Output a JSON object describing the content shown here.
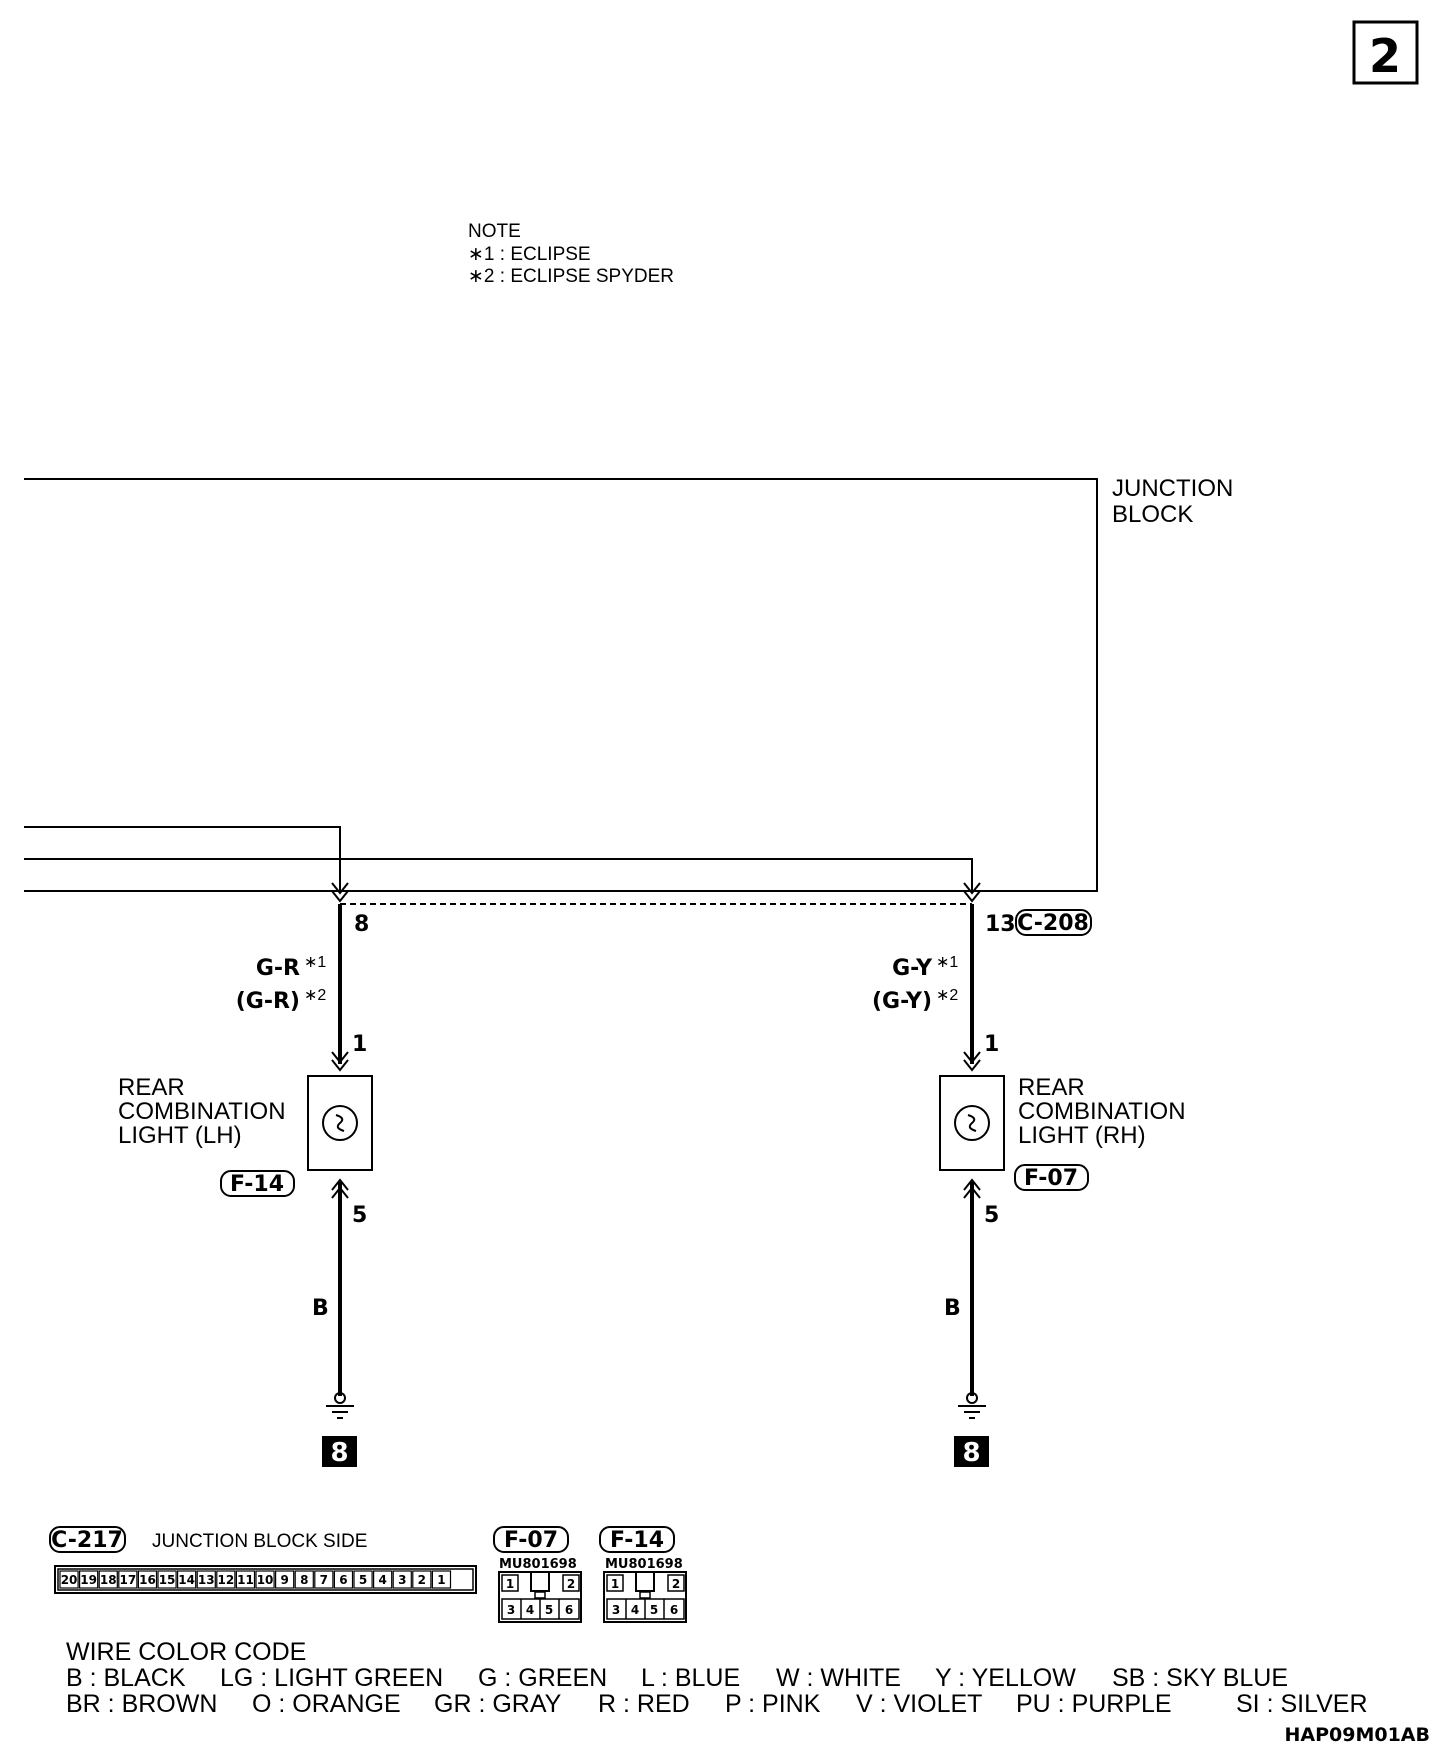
{
  "page_number": "2",
  "note": {
    "title": "NOTE",
    "items": [
      "∗1 : ECLIPSE",
      "∗2 : ECLIPSE SPYDER"
    ]
  },
  "junction_block": {
    "label_line1": "JUNCTION",
    "label_line2": "BLOCK",
    "connector": "C-208",
    "pins": [
      "8",
      "13"
    ]
  },
  "left_circuit": {
    "wire_color_1": "G-R",
    "wire_color_1_note": "∗1",
    "wire_color_2": "(G-R)",
    "wire_color_2_note": "∗2",
    "component_line1": "REAR",
    "component_line2": "COMBINATION",
    "component_line3": "LIGHT (LH)",
    "component_connector": "F-14",
    "pin_in": "1",
    "pin_out": "5",
    "ground_wire": "B",
    "ground_ref": "8"
  },
  "right_circuit": {
    "wire_color_1": "G-Y",
    "wire_color_1_note": "∗1",
    "wire_color_2": "(G-Y)",
    "wire_color_2_note": "∗2",
    "component_line1": "REAR",
    "component_line2": "COMBINATION",
    "component_line3": "LIGHT (RH)",
    "component_connector": "F-07",
    "pin_in": "1",
    "pin_out": "5",
    "ground_wire": "B",
    "ground_ref": "8"
  },
  "connectors": {
    "c217": {
      "id": "C-217",
      "label": "JUNCTION BLOCK SIDE",
      "pins": [
        "20",
        "19",
        "18",
        "17",
        "16",
        "15",
        "14",
        "13",
        "12",
        "11",
        "10",
        "9",
        "8",
        "7",
        "6",
        "5",
        "4",
        "3",
        "2",
        "1"
      ]
    },
    "f07": {
      "id": "F-07",
      "part": "MU801698",
      "top_pins": [
        "1",
        "2"
      ],
      "bottom_pins": [
        "3",
        "4",
        "5",
        "6"
      ]
    },
    "f14": {
      "id": "F-14",
      "part": "MU801698",
      "top_pins": [
        "1",
        "2"
      ],
      "bottom_pins": [
        "3",
        "4",
        "5",
        "6"
      ]
    }
  },
  "wire_color_code": {
    "title": "WIRE COLOR CODE",
    "row1": [
      "B : BLACK",
      "LG : LIGHT GREEN",
      "G : GREEN",
      "L : BLUE",
      "W : WHITE",
      "Y : YELLOW",
      "SB : SKY BLUE"
    ],
    "row2": [
      "BR : BROWN",
      "O : ORANGE",
      "GR : GRAY",
      "R : RED",
      "P : PINK",
      "V : VIOLET",
      "PU : PURPLE",
      "SI : SILVER"
    ]
  },
  "diagram_code": "HAP09M01AB"
}
